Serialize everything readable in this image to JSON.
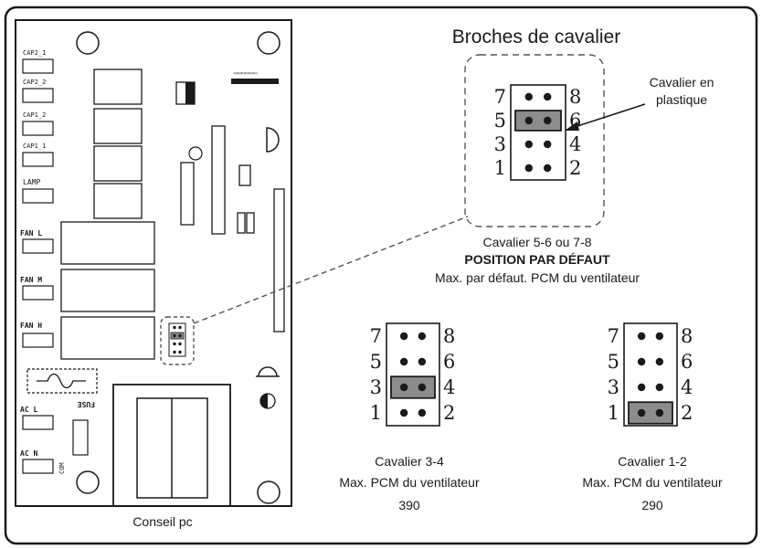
{
  "title": "Broches de cavalier",
  "pin_numbers": {
    "p1": "1",
    "p2": "2",
    "p3": "3",
    "p4": "4",
    "p5": "5",
    "p6": "6",
    "p7": "7",
    "p8": "8"
  },
  "callout": {
    "line1": "Cavalier en",
    "line2": "plastique"
  },
  "default_config": {
    "jumper": "5-6",
    "line1": "Cavalier 5-6 ou 7-8",
    "line2": "POSITION PAR DÉFAUT",
    "line3": "Max. par défaut. PCM du ventilateur"
  },
  "config_34": {
    "jumper": "3-4",
    "line1": "Cavalier 3-4",
    "line2": "Max. PCM du ventilateur",
    "line3": "390"
  },
  "config_12": {
    "jumper": "1-2",
    "line1": "Cavalier 1-2",
    "line2": "Max. PCM du ventilateur",
    "line3": "290"
  },
  "board": {
    "caption": "Conseil pc",
    "labels": {
      "cap2_1": "CAP2_1",
      "cap2_2": "CAP2_2",
      "cap1_2": "CAP1_2",
      "cap1_1": "CAP1_1",
      "lamp": "LAMP",
      "fan_l": "FAN L",
      "fan_m": "FAN M",
      "fan_h": "FAN H",
      "fuse": "FUSE",
      "ac_l": "AC L",
      "ac_n": "AC N",
      "com": "COM"
    }
  },
  "colors": {
    "stroke": "#1a1a1a",
    "jumper_fill": "#8c8c8c",
    "dash": "#555555"
  }
}
